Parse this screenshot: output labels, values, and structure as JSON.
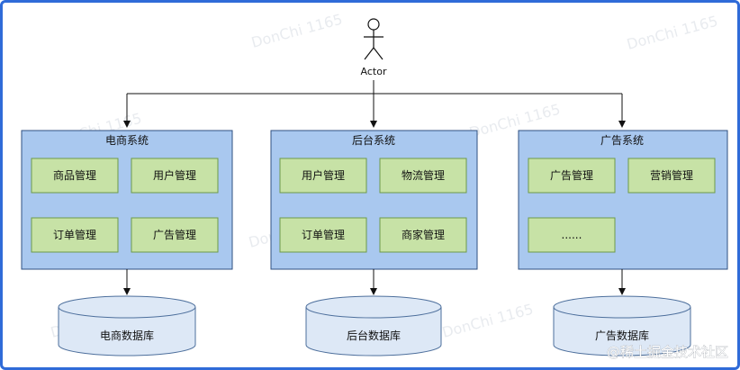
{
  "actor": {
    "label": "Actor",
    "icon": "stick-figure-icon"
  },
  "systems": [
    {
      "title": "电商系统",
      "modules": [
        "商品管理",
        "用户管理",
        "订单管理",
        "广告管理"
      ],
      "database": "电商数据库"
    },
    {
      "title": "后台系统",
      "modules": [
        "用户管理",
        "物流管理",
        "订单管理",
        "商家管理"
      ],
      "database": "后台数据库"
    },
    {
      "title": "广告系统",
      "modules": [
        "广告管理",
        "营销管理",
        "......"
      ],
      "database": "广告数据库"
    }
  ],
  "watermark": "DonChi 1165",
  "brand": "@稀土掘金技术社区",
  "colors": {
    "frame_border": "#2f6bd8",
    "system_fill": "#a9c8ef",
    "system_stroke": "#2e4f80",
    "module_fill": "#c7e2a6",
    "module_stroke": "#6d9a4a",
    "db_fill": "#dde8f6",
    "db_stroke": "#4d6f9c"
  }
}
